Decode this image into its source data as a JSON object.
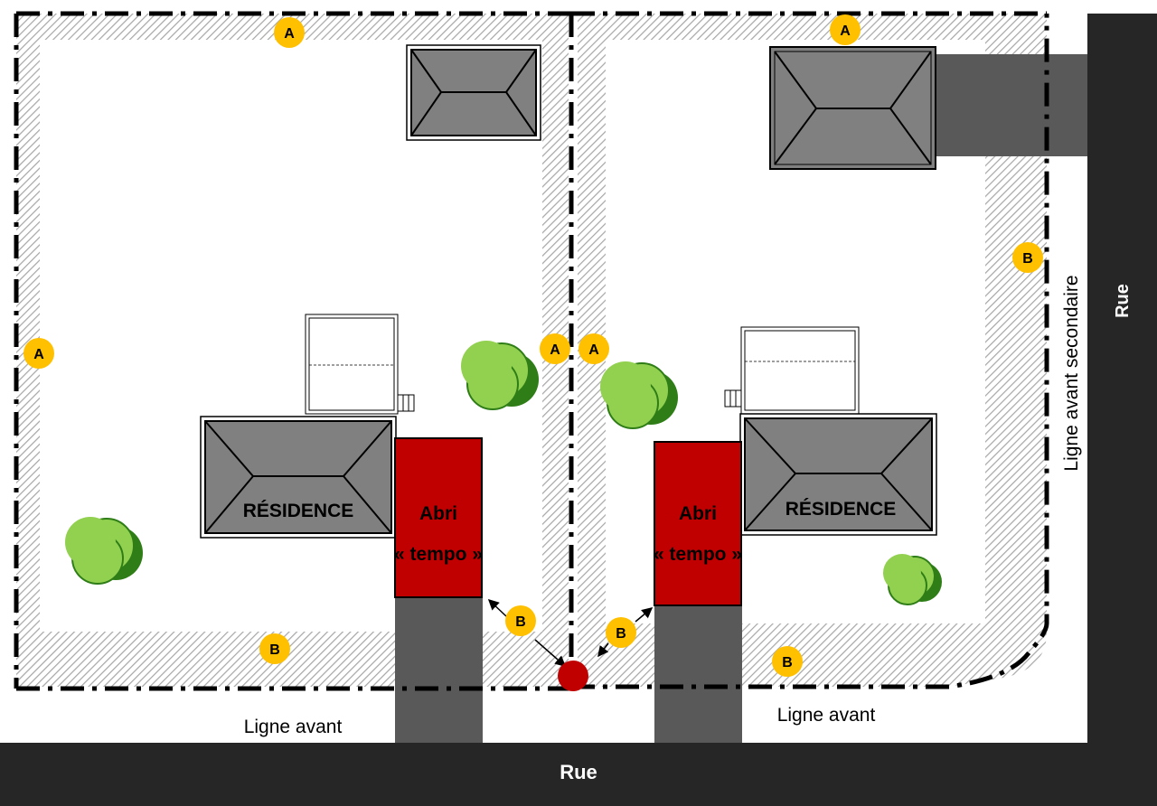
{
  "streets": {
    "bottom": "Rue",
    "right": "Rue"
  },
  "lines": {
    "front_left": "Ligne avant",
    "front_right": "Ligne avant",
    "secondary_front": "Ligne avant secondaire"
  },
  "buildings": {
    "residence_left": "RÉSIDENCE",
    "residence_right": "RÉSIDENCE",
    "shelter_left_line1": "Abri",
    "shelter_left_line2": "« tempo »",
    "shelter_right_line1": "Abri",
    "shelter_right_line2": "« tempo »"
  },
  "markers": {
    "a": "A",
    "b": "B"
  },
  "colors": {
    "street": "#262626",
    "driveway": "#595959",
    "roof": "#808080",
    "shelter": "#c00000",
    "marker": "#ffc000",
    "tree_light": "#92d050",
    "tree_dark": "#2e7d17",
    "property_corner": "#c00000",
    "setback_hatch": "#a6a6a6"
  }
}
